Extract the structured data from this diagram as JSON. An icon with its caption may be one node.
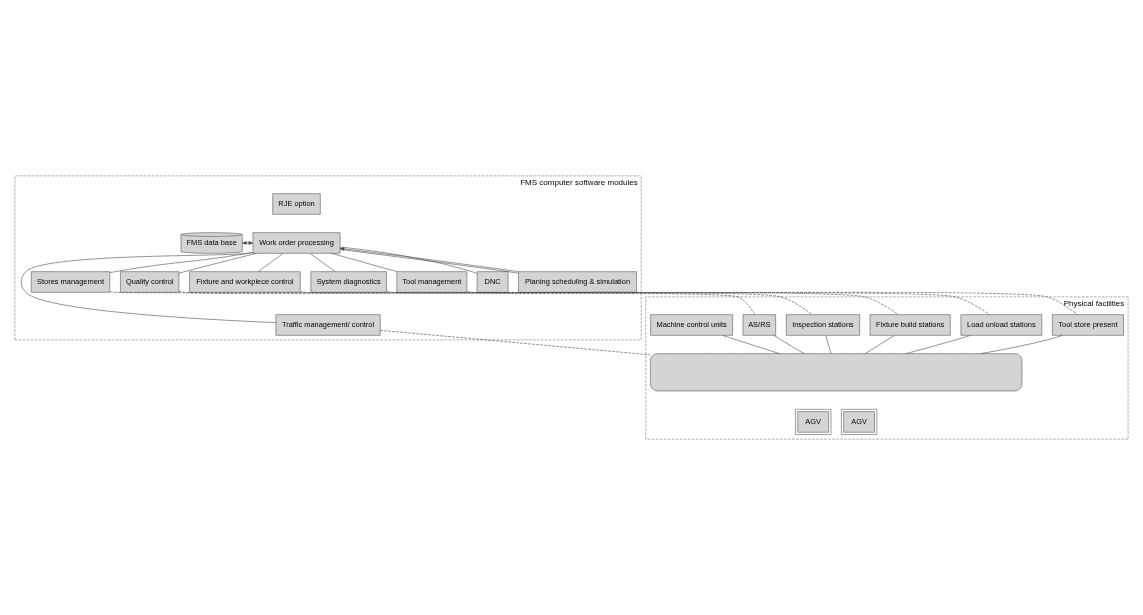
{
  "diagram": {
    "nodes": [
      {
        "text": [
          "FMS computer software modules"
        ]
      },
      {
        "text": [
          "RJE option"
        ],
        "in": 0
      },
      {
        "text": [
          "FMS data base"
        ],
        "in": 0
      },
      {
        "text": [
          "Work order processing"
        ],
        "in": 0
      },
      {
        "text": [
          "Stores management"
        ],
        "in": 0
      },
      {
        "text": [
          "Traffic management/ control"
        ],
        "in": 0
      },
      {
        "text": [
          "Quality control"
        ],
        "in": 0
      },
      {
        "text": [
          "Fixture and workpiece control"
        ],
        "in": 0
      },
      {
        "text": [
          "System diagnostics"
        ],
        "in": 0
      },
      {
        "text": [
          "Tool management"
        ],
        "in": 0
      },
      {
        "text": [
          "DNC"
        ],
        "in": 0
      },
      {
        "text": [
          "Planing scheduling & simulation"
        ],
        "in": 0
      },
      {
        "text": [
          "Physical facilities"
        ]
      },
      {
        "text": [
          "AS/RS"
        ],
        "in": 12
      },
      {
        "text": [
          "Inspection stations"
        ],
        "in": 12
      },
      {
        "text": [
          "Fixture build stations"
        ],
        "in": 12
      },
      {
        "text": [
          "Load unload stations"
        ],
        "in": 12
      },
      {
        "text": [
          "Tool store present"
        ],
        "in": 12
      },
      {
        "text": [
          "Machine control units"
        ],
        "in": 12
      },
      {
        "text": [],
        "shape": "bar",
        "in": 12
      },
      {
        "text": [
          "AGV"
        ],
        "in": 12
      },
      {
        "text": [
          "AGV"
        ],
        "in": 12
      }
    ],
    "edges": [
      {
        "from": 2,
        "to": 3,
        "arrow": "both"
      },
      {
        "from": 11,
        "to": 3,
        "arrow": "to"
      },
      {
        "from": 3,
        "to": 4,
        "arrow": "none"
      },
      {
        "from": 3,
        "to": 5,
        "arrow": "none"
      },
      {
        "from": 3,
        "to": 6,
        "arrow": "none"
      },
      {
        "from": 3,
        "to": 7,
        "arrow": "none"
      },
      {
        "from": 3,
        "to": 8,
        "arrow": "none"
      },
      {
        "from": 3,
        "to": 9,
        "arrow": "none"
      },
      {
        "from": 3,
        "to": 10,
        "arrow": "none"
      },
      {
        "from": 3,
        "to": 11,
        "arrow": "none"
      },
      {
        "from": 4,
        "to": 13,
        "arrow": "none",
        "style": "dashed"
      },
      {
        "from": 5,
        "to": 19,
        "arrow": "none",
        "style": "dashed"
      },
      {
        "from": 6,
        "to": 14,
        "arrow": "none",
        "style": "dashed"
      },
      {
        "from": 7,
        "to": 15,
        "arrow": "none",
        "style": "dashed"
      },
      {
        "from": 8,
        "to": 16,
        "arrow": "none",
        "style": "dashed"
      },
      {
        "from": 9,
        "to": 17,
        "arrow": "none",
        "style": "dashed"
      },
      {
        "from": 13,
        "to": 19,
        "arrow": "none"
      },
      {
        "from": 14,
        "to": 19,
        "arrow": "none"
      },
      {
        "from": 15,
        "to": 19,
        "arrow": "none"
      },
      {
        "from": 16,
        "to": 19,
        "arrow": "none"
      },
      {
        "from": 17,
        "to": 19,
        "arrow": "none"
      },
      {
        "from": 18,
        "to": 19,
        "arrow": "none"
      }
    ]
  }
}
